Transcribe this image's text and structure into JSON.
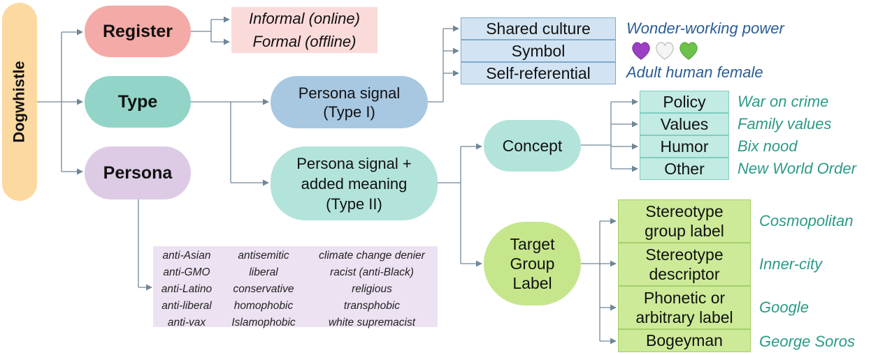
{
  "root": {
    "label": "Dogwhistle"
  },
  "register": {
    "label": "Register",
    "options": [
      "Informal (online)",
      "Formal (offline)"
    ]
  },
  "type": {
    "label": "Type",
    "type1": {
      "label_line1": "Persona signal",
      "label_line2": "(Type I)",
      "subtypes": [
        "Shared culture",
        "Symbol",
        "Self-referential"
      ],
      "examples": [
        "Wonder-working power",
        "Adult human female"
      ],
      "symbol_example_icons": [
        "purple-heart-icon",
        "white-heart-icon",
        "green-heart-icon"
      ]
    },
    "type2": {
      "label_line1": "Persona signal +",
      "label_line2": "added meaning",
      "label_line3": "(Type II)",
      "concept": {
        "label": "Concept",
        "subtypes": [
          "Policy",
          "Values",
          "Humor",
          "Other"
        ],
        "examples": [
          "War on crime",
          "Family values",
          "Bix nood",
          "New World Order"
        ]
      },
      "target": {
        "label_line1": "Target",
        "label_line2": "Group",
        "label_line3": "Label",
        "subtypes": [
          [
            "Stereotype",
            "group label"
          ],
          [
            "Stereotype",
            "descriptor"
          ],
          [
            "Phonetic or",
            "arbitrary label"
          ],
          [
            "Bogeyman"
          ]
        ],
        "examples": [
          "Cosmopolitan",
          "Inner-city",
          "Google",
          "George Soros"
        ]
      }
    }
  },
  "persona": {
    "label": "Persona",
    "columns": [
      [
        "anti-Asian",
        "anti-GMO",
        "anti-Latino",
        "anti-liberal",
        "anti-vax"
      ],
      [
        "antisemitic",
        "liberal",
        "conservative",
        "homophobic",
        "Islamophobic"
      ],
      [
        "climate change denier",
        "racist (anti-Black)",
        "religious",
        "transphobic",
        "white supremacist"
      ]
    ]
  },
  "colors": {
    "root": "#fcd9a0",
    "register": "#f4aaa6",
    "register_options": "#fbdada",
    "type": "#92d5c8",
    "persona": "#ddcbe6",
    "type1": "#a8c8e2",
    "type1_boxes": "#d2e4f3",
    "type2": "#b3e4db",
    "concept_boxes": "#c2ebe3",
    "target": "#c6e68c",
    "target_boxes": "#ccea98",
    "example_blue": "#2a5d95",
    "example_green": "#2b9a86",
    "edge": "#6f8797"
  }
}
